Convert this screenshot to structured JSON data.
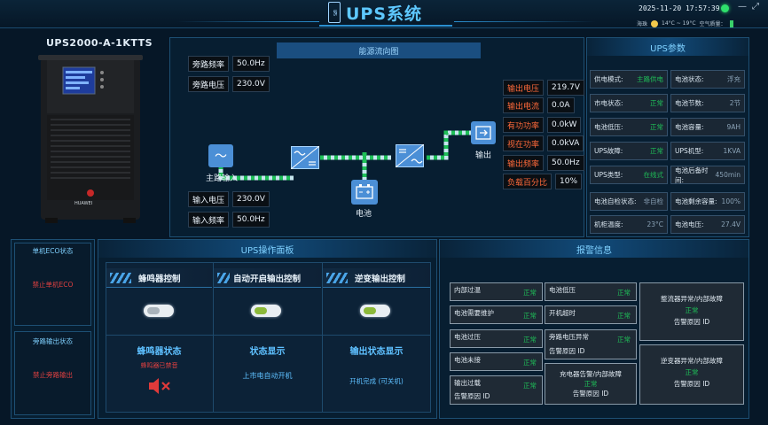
{
  "header": {
    "title": "UPS系统",
    "logo_text": "UPS",
    "datetime": "2025-11-20  17:57:39",
    "weather": {
      "city": "海珠",
      "temp": "14°C ~ 19°C",
      "air": "空气质量："
    },
    "win_min": "—",
    "win_max": "⤢"
  },
  "device": {
    "model": "UPS2000-A-1KTTS",
    "brand": "HUAWEI"
  },
  "flow": {
    "title": "能源流向图",
    "bypass": [
      {
        "label": "旁路频率",
        "value": "50.0Hz"
      },
      {
        "label": "旁路电压",
        "value": "230.0V"
      }
    ],
    "input": [
      {
        "label": "输入电压",
        "value": "230.0V"
      },
      {
        "label": "输入频率",
        "value": "50.0Hz"
      }
    ],
    "output": [
      {
        "label": "输出电压",
        "value": "219.7V"
      },
      {
        "label": "输出电流",
        "value": "0.0A"
      },
      {
        "label": "有功功率",
        "value": "0.0kW"
      },
      {
        "label": "视在功率",
        "value": "0.0kVA"
      },
      {
        "label": "输出频率",
        "value": "50.0Hz"
      },
      {
        "label": "负载百分比",
        "value": "10%"
      }
    ],
    "main_input_label": "主路输入",
    "battery_label": "电池",
    "output_label": "输出"
  },
  "params": {
    "title": "UPS参数",
    "left": [
      {
        "k": "供电模式:",
        "v": "主路供电",
        "green": true
      },
      {
        "k": "市电状态:",
        "v": "正常",
        "green": true
      },
      {
        "k": "电池低压:",
        "v": "正常",
        "green": true
      },
      {
        "k": "UPS故障:",
        "v": "正常",
        "green": true
      },
      {
        "k": "UPS类型:",
        "v": "在线式",
        "green": true
      },
      {
        "k": "电池自检状态:",
        "v": "非自检",
        "green": false
      },
      {
        "k": "机柜温度:",
        "v": "23°C",
        "green": false
      }
    ],
    "right": [
      {
        "k": "电池状态:",
        "v": "浮充"
      },
      {
        "k": "电池节数:",
        "v": "2节"
      },
      {
        "k": "电池容量:",
        "v": "9AH"
      },
      {
        "k": "UPS机型:",
        "v": "1KVA"
      },
      {
        "k": "电池后备时间:",
        "v": "450min"
      },
      {
        "k": "电池剩余容量:",
        "v": "100%"
      },
      {
        "k": "电池电压:",
        "v": "27.4V"
      }
    ]
  },
  "eco": {
    "title1": "单机ECO状态",
    "value1": "禁止单机ECO",
    "title2": "旁路输出状态",
    "value2": "禁止旁路输出"
  },
  "control": {
    "title": "UPS操作面板",
    "columns": [
      {
        "head": "蜂鸣器控制",
        "sub_title": "蜂鸣器状态",
        "sub_value": "蜂鸣器已禁音"
      },
      {
        "head": "自动开启输出控制",
        "sub_title": "状态显示",
        "sub_value": "上市电自动开机"
      },
      {
        "head": "逆变输出控制",
        "sub_title": "输出状态显示",
        "sub_value": "开机完成 (可关机)"
      }
    ]
  },
  "alarm": {
    "title": "报警信息",
    "reason_label": "告警原因 ID",
    "col1": [
      {
        "name": "内部过温",
        "status": "正常"
      },
      {
        "name": "电池需要维护",
        "status": "正常"
      },
      {
        "name": "电池过压",
        "status": "正常"
      },
      {
        "name": "电池未接",
        "status": "正常"
      },
      {
        "name": "输出过载",
        "status": "正常"
      }
    ],
    "col2": [
      {
        "name": "电池低压",
        "status": "正常"
      },
      {
        "name": "开机超时",
        "status": "正常"
      },
      {
        "name": "旁路电压异常",
        "status": "正常"
      },
      {
        "name": "充电器告警/内部故障",
        "status": "正常"
      }
    ],
    "col3": [
      {
        "name": "整流器异常/内部故障",
        "status": "正常"
      },
      {
        "name": "逆变器异常/内部故障",
        "status": "正常"
      }
    ]
  }
}
